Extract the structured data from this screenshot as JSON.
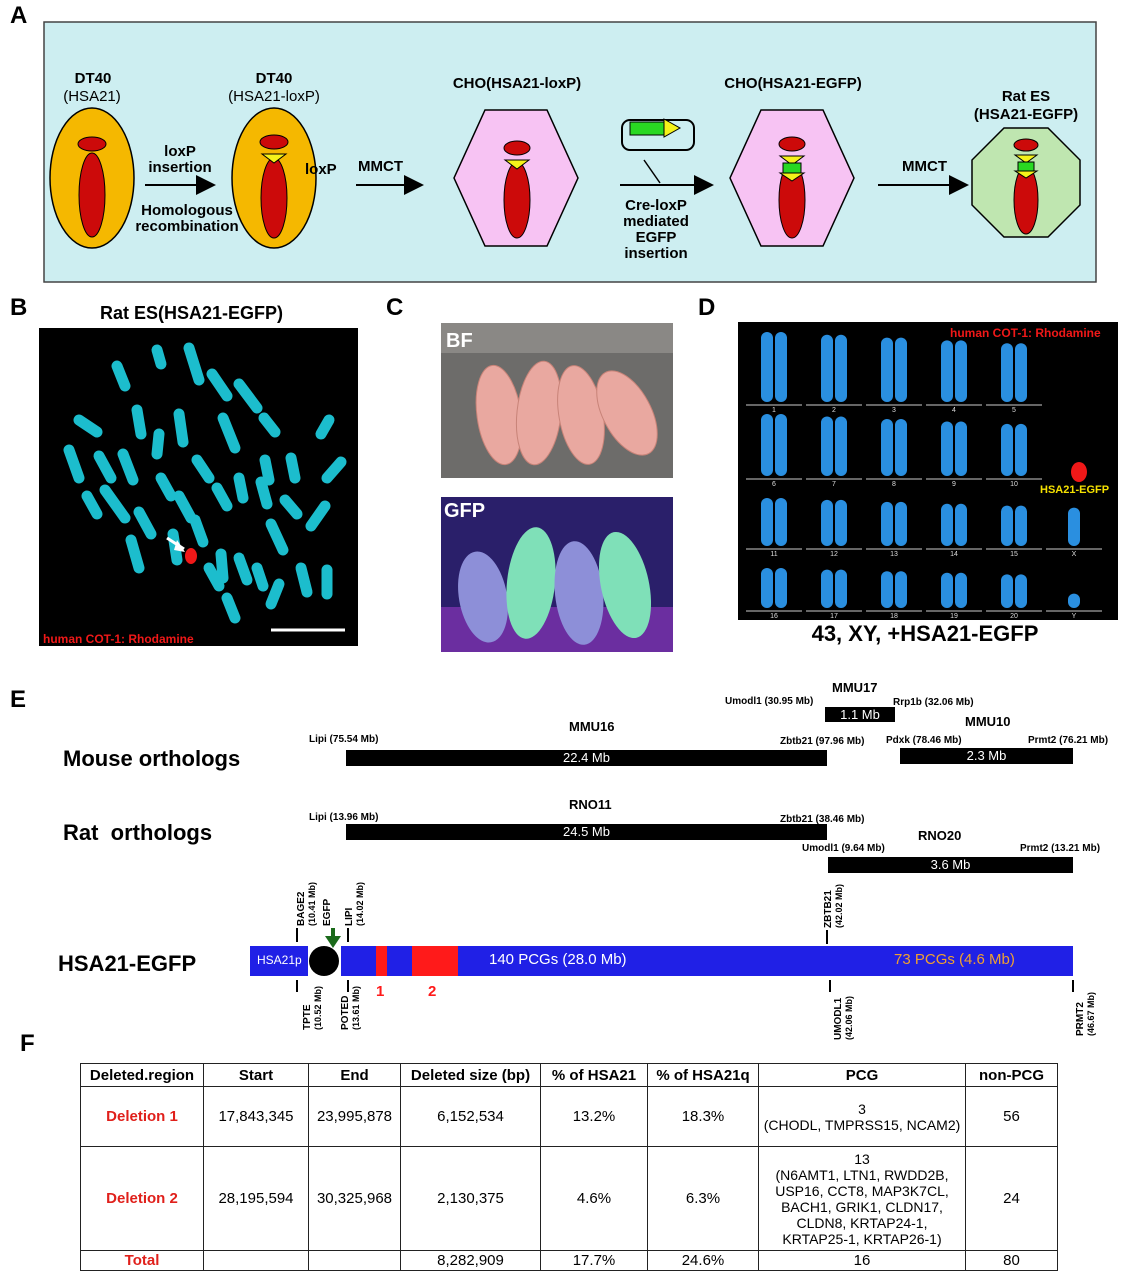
{
  "panel_labels": {
    "a": "A",
    "b": "B",
    "c": "C",
    "d": "D",
    "e": "E",
    "f": "F"
  },
  "panel_a": {
    "cells": [
      "DT40",
      "(HSA21)",
      "DT40",
      "(HSA21-loxP)",
      "CHO(HSA21-loxP)",
      "CHO(HSA21-EGFP)",
      "Rat ES",
      "(HSA21-EGFP)"
    ],
    "step1_top": [
      "loxP",
      "insertion"
    ],
    "step1_bottom": [
      "Homologous",
      "recombination"
    ],
    "loxp_label": "loxP",
    "mmct_1": "MMCT",
    "cre_label": [
      "Cre-loxP",
      "mediated",
      "EGFP",
      "insertion"
    ],
    "mmct_2": "MMCT",
    "colors": {
      "background": "#cdeef1",
      "dt40": "#f5b800",
      "cho": "#f7c3f3",
      "rat": "#bfe6b0",
      "chromosome": "#cc0a0a",
      "egfp": "#29d822",
      "loxp": "#f5f21a"
    }
  },
  "panel_b": {
    "title": "Rat ES(HSA21-EGFP)",
    "probe_label": "human COT-1: Rhodamine"
  },
  "panel_c": {
    "bf_label": "BF",
    "gfp_label": "GFP"
  },
  "panel_d": {
    "probe_label": "human COT-1: Rhodamine",
    "hsa_label": "HSA21-EGFP",
    "chromosomes": [
      "1",
      "2",
      "3",
      "4",
      "5",
      "6",
      "7",
      "8",
      "9",
      "10",
      "11",
      "12",
      "13",
      "14",
      "15",
      "X",
      "16",
      "17",
      "18",
      "19",
      "20",
      "Y"
    ],
    "karyotype": "43, XY, +HSA21-EGFP"
  },
  "panel_e": {
    "mouse_row_label": "Mouse orthologs",
    "rat_row_label": "Rat  orthologs",
    "mmu16": {
      "name": "MMU16",
      "left": "Lipi (75.54 Mb)",
      "right": "Zbtb21 (97.96 Mb)",
      "size": "22.4 Mb"
    },
    "mmu17": {
      "name": "MMU17",
      "left": "Umodl1 (30.95 Mb)",
      "right": "Rrp1b (32.06 Mb)",
      "size": "1.1 Mb"
    },
    "mmu10": {
      "name": "MMU10",
      "left": "Pdxk (78.46 Mb)",
      "right": "Prmt2 (76.21 Mb)",
      "size": "2.3 Mb"
    },
    "rno11": {
      "name": "RNO11",
      "left": "Lipi (13.96 Mb)",
      "right": "Zbtb21 (38.46 Mb)",
      "size": "24.5 Mb"
    },
    "rno20": {
      "name": "RNO20",
      "left": "Umodl1 (9.64 Mb)",
      "right": "Prmt2 (13.21 Mb)",
      "size": "3.6 Mb"
    },
    "hsa_label": "HSA21-EGFP",
    "hsa21p": "HSA21p",
    "pcg_140": "140 PCGs (28.0 Mb)",
    "pcg_73": "73 PCGs (4.6 Mb)",
    "deletion_1": "1",
    "deletion_2": "2",
    "egfp": "EGFP",
    "top_markers": [
      [
        "BAGE2",
        "(10.41 Mb)"
      ],
      [
        "LIPI",
        "(14.02 Mb)"
      ],
      [
        "ZBTB21",
        "(42.02 Mb)"
      ]
    ],
    "bottom_markers": [
      [
        "TPTE",
        "(10.52 Mb)"
      ],
      [
        "POTED",
        "(13.61 Mb)"
      ],
      [
        "UMODL1",
        "(42.06 Mb)"
      ],
      [
        "PRMT2",
        "(46.67 Mb)"
      ]
    ],
    "colors": {
      "chromosome": "#2020e6",
      "deletion": "#ff1a1a",
      "pcg73_text": "#f0a030"
    }
  },
  "panel_f": {
    "headers": [
      "Deleted.region",
      "Start",
      "End",
      "Deleted size (bp)",
      "% of HSA21",
      "% of HSA21q",
      "PCG",
      "non-PCG"
    ],
    "rows": [
      {
        "region": "Deletion 1",
        "start": "17,843,345",
        "end": "23,995,878",
        "size": "6,152,534",
        "pct21": "13.2%",
        "pct21q": "18.3%",
        "pcg_count": "3",
        "pcg_list": "(CHODL, TMPRSS15, NCAM2)",
        "nonpcg": "56"
      },
      {
        "region": "Deletion 2",
        "start": "28,195,594",
        "end": "30,325,968",
        "size": "2,130,375",
        "pct21": "4.6%",
        "pct21q": "6.3%",
        "pcg_count": "13",
        "pcg_list": "(N6AMT1, LTN1, RWDD2B, USP16, CCT8, MAP3K7CL, BACH1, GRIK1, CLDN17, CLDN8, KRTAP24-1, KRTAP25-1, KRTAP26-1)",
        "nonpcg": "24"
      }
    ],
    "total": {
      "region": "Total",
      "start": "",
      "end": "",
      "size": "8,282,909",
      "pct21": "17.7%",
      "pct21q": "24.6%",
      "pcg": "16",
      "nonpcg": "80"
    }
  }
}
